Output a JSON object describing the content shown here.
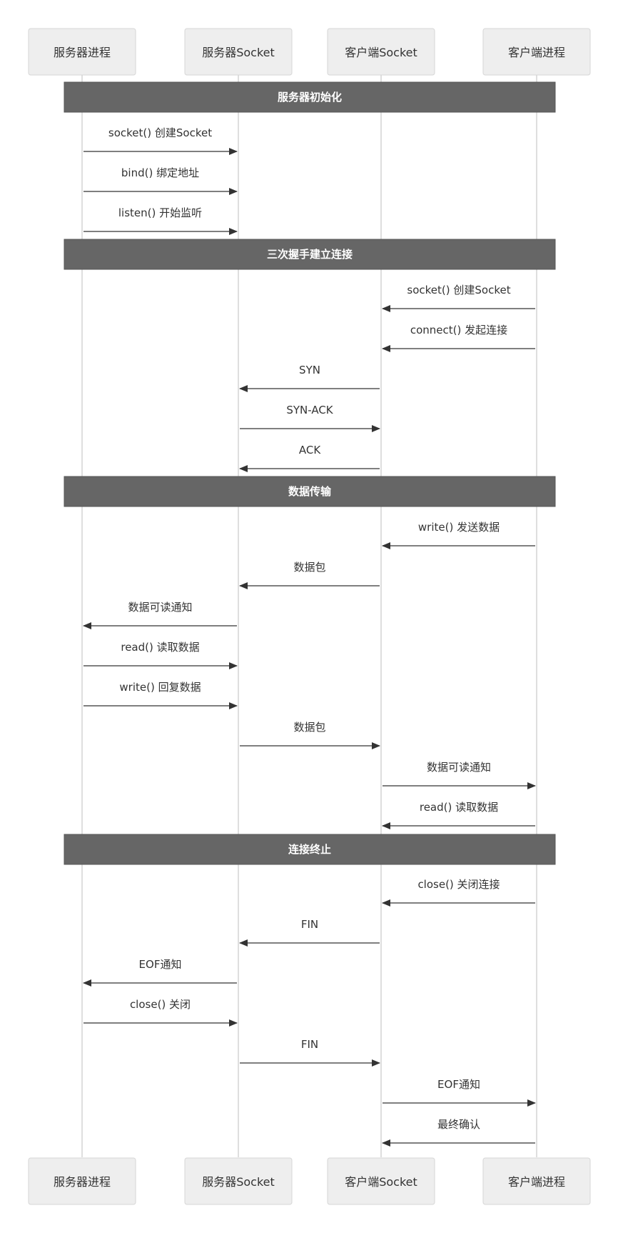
{
  "participants": [
    {
      "id": "sp",
      "label": "服务器进程"
    },
    {
      "id": "ss",
      "label": "服务器Socket"
    },
    {
      "id": "cs",
      "label": "客户端Socket"
    },
    {
      "id": "cp",
      "label": "客户端进程"
    }
  ],
  "sections": [
    {
      "label": "服务器初始化"
    },
    {
      "label": "三次握手建立连接"
    },
    {
      "label": "数据传输"
    },
    {
      "label": "连接终止"
    }
  ],
  "messages": [
    {
      "from": "sp",
      "to": "ss",
      "label": "socket() 创建Socket"
    },
    {
      "from": "sp",
      "to": "ss",
      "label": "bind() 绑定地址"
    },
    {
      "from": "sp",
      "to": "ss",
      "label": "listen() 开始监听"
    },
    {
      "from": "cp",
      "to": "cs",
      "label": "socket() 创建Socket"
    },
    {
      "from": "cp",
      "to": "cs",
      "label": "connect() 发起连接"
    },
    {
      "from": "cs",
      "to": "ss",
      "label": "SYN"
    },
    {
      "from": "ss",
      "to": "cs",
      "label": "SYN-ACK"
    },
    {
      "from": "cs",
      "to": "ss",
      "label": "ACK"
    },
    {
      "from": "cp",
      "to": "cs",
      "label": "write() 发送数据"
    },
    {
      "from": "cs",
      "to": "ss",
      "label": "数据包"
    },
    {
      "from": "ss",
      "to": "sp",
      "label": "数据可读通知"
    },
    {
      "from": "sp",
      "to": "ss",
      "label": "read() 读取数据"
    },
    {
      "from": "sp",
      "to": "ss",
      "label": "write() 回复数据"
    },
    {
      "from": "ss",
      "to": "cs",
      "label": "数据包"
    },
    {
      "from": "cs",
      "to": "cp",
      "label": "数据可读通知"
    },
    {
      "from": "cp",
      "to": "cs",
      "label": "read() 读取数据"
    },
    {
      "from": "cp",
      "to": "cs",
      "label": "close() 关闭连接"
    },
    {
      "from": "cs",
      "to": "ss",
      "label": "FIN"
    },
    {
      "from": "ss",
      "to": "sp",
      "label": "EOF通知"
    },
    {
      "from": "sp",
      "to": "ss",
      "label": "close() 关闭"
    },
    {
      "from": "ss",
      "to": "cs",
      "label": "FIN"
    },
    {
      "from": "cs",
      "to": "cp",
      "label": "EOF通知"
    },
    {
      "from": "cp",
      "to": "cs",
      "label": "最终确认"
    }
  ]
}
